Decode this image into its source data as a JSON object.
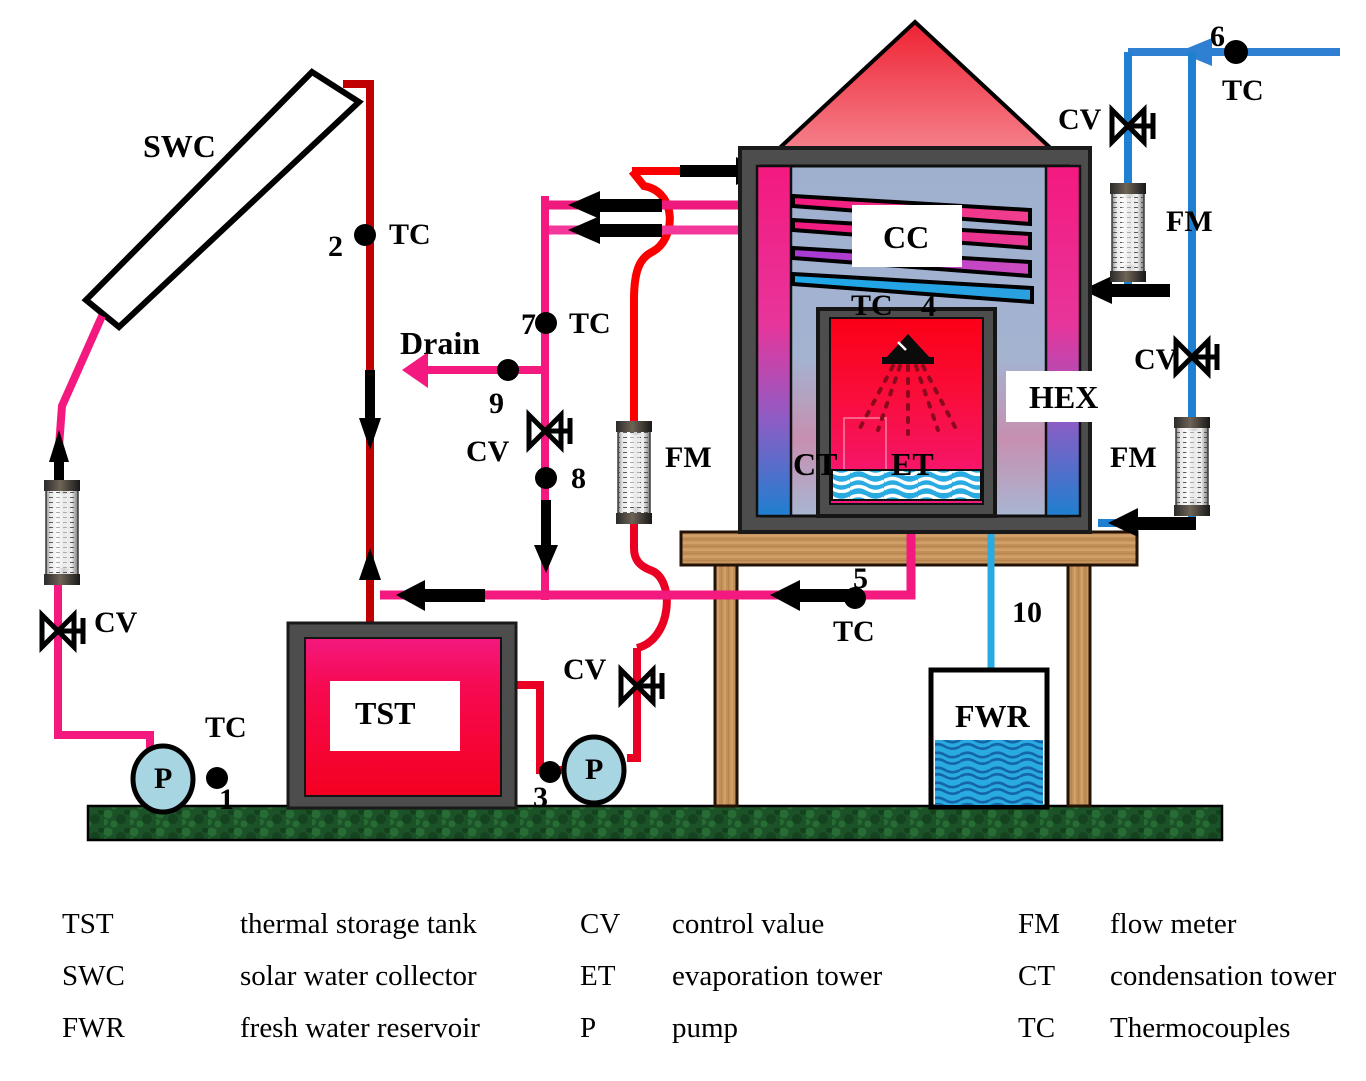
{
  "title": "Solar desalination system schematic",
  "colors": {
    "hot_red": "#d40000",
    "bright_red": "#f81818",
    "pink": "#f4197f",
    "magenta": "#ee1a7e",
    "blue": "#1f7fd0",
    "cyan": "#29abe2",
    "light_blue_pump": "#a8d5e2",
    "wall_gray": "#4d4d4d",
    "tst_red": "#f20544",
    "grass_green": "#1d5c2b",
    "wood_tan": "#c8945c",
    "interior_blue_gray": "#9fb0cf",
    "roof_red_top": "#ef2b3a",
    "roof_red_bottom": "#f5848e"
  },
  "components": {
    "swc": "SWC",
    "tst": "TST",
    "cc": "CC",
    "hex": "HEX",
    "ct": "CT",
    "et": "ET",
    "fwr": "FWR",
    "pump": "P",
    "drain": "Drain"
  },
  "instrument_labels": {
    "tc": "TC",
    "cv": "CV",
    "fm": "FM"
  },
  "station_numbers": {
    "n1": "1",
    "n2": "2",
    "n3": "3",
    "n4": "4",
    "n5": "5",
    "n6": "6",
    "n7": "7",
    "n8": "8",
    "n9": "9",
    "n10": "10"
  },
  "thermocouples": [
    {
      "id": "1",
      "label": "TC",
      "position": "pump-1-outlet"
    },
    {
      "id": "2",
      "label": "TC",
      "position": "swc-outlet-riser"
    },
    {
      "id": "3",
      "label": "TC",
      "position": "pump-2-inlet"
    },
    {
      "id": "4",
      "label": "TC",
      "position": "et-spray-inlet"
    },
    {
      "id": "5",
      "label": "TC",
      "position": "et-brine-return"
    },
    {
      "id": "6",
      "label": "TC",
      "position": "cooling-water-inlet"
    },
    {
      "id": "7",
      "label": "TC",
      "position": "cc-condensate-riser"
    },
    {
      "id": "8",
      "label": "",
      "position": "below-drain-cv"
    },
    {
      "id": "9",
      "label": "",
      "position": "drain-line"
    },
    {
      "id": "10",
      "label": "",
      "position": "fresh-water-downcomer"
    }
  ],
  "control_valves": [
    {
      "label": "CV",
      "position": "swc-feed-line"
    },
    {
      "label": "CV",
      "position": "drain-line"
    },
    {
      "label": "CV",
      "position": "tst-discharge"
    },
    {
      "label": "CV",
      "position": "cooling-water-upper"
    },
    {
      "label": "CV",
      "position": "cooling-water-lower"
    }
  ],
  "flow_meters": [
    {
      "label": "FM",
      "position": "swc-feed-line"
    },
    {
      "label": "FM",
      "position": "et-feed-line"
    },
    {
      "label": "FM",
      "position": "cooling-water-upper"
    },
    {
      "label": "FM",
      "position": "cooling-water-lower"
    }
  ],
  "legend": {
    "rows": [
      {
        "col1_abbr": "TST",
        "col1_desc": "thermal storage tank",
        "col2_abbr": "CV",
        "col2_desc": "control value",
        "col3_abbr": "FM",
        "col3_desc": "flow meter"
      },
      {
        "col1_abbr": "SWC",
        "col1_desc": "solar water collector",
        "col2_abbr": "ET",
        "col2_desc": "evaporation tower",
        "col3_abbr": "CT",
        "col3_desc": "condensation tower"
      },
      {
        "col1_abbr": "FWR",
        "col1_desc": "fresh water reservoir",
        "col2_abbr": "P",
        "col2_desc": "pump",
        "col3_abbr": "TC",
        "col3_desc": "Thermocouples"
      }
    ]
  }
}
